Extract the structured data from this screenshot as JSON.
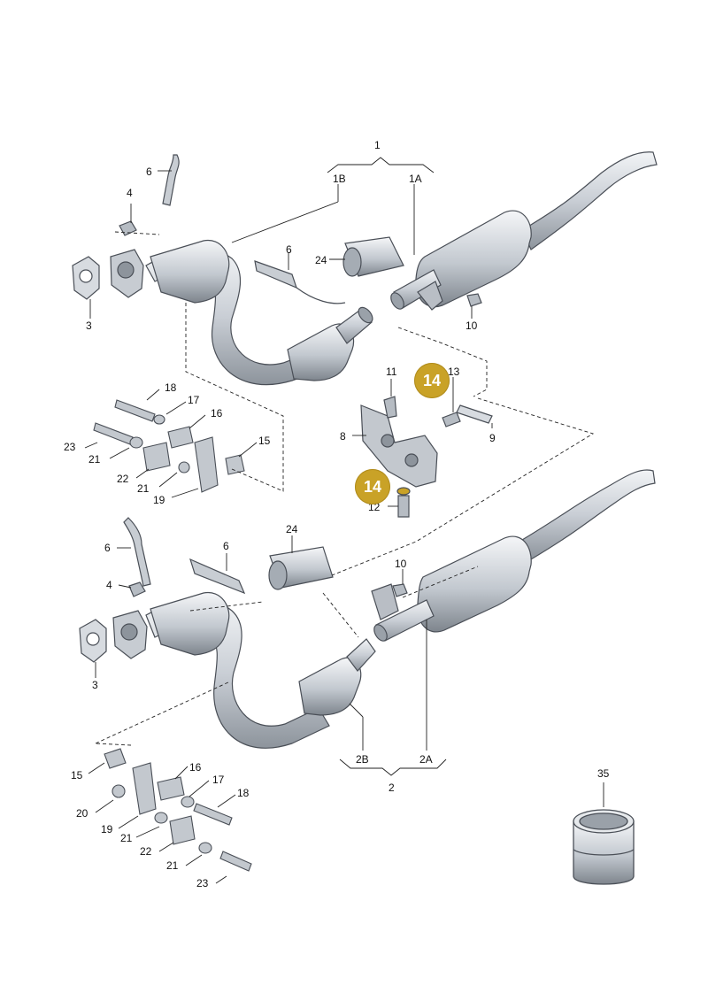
{
  "diagram": {
    "labels": {
      "l1": "1",
      "l1A": "1A",
      "l1B": "1B",
      "l2": "2",
      "l2A": "2A",
      "l2B": "2B",
      "l3_top": "3",
      "l3_bot": "3",
      "l4_top": "4",
      "l4_bot": "4",
      "l6_top_left": "6",
      "l6_top_mid": "6",
      "l6_bot_left": "6",
      "l6_bot_mid": "6",
      "l8": "8",
      "l9": "9",
      "l10_top": "10",
      "l10_bot": "10",
      "l11": "11",
      "l12": "12",
      "l13": "13",
      "l15_top": "15",
      "l15_bot": "15",
      "l16_top": "16",
      "l16_bot": "16",
      "l17_top": "17",
      "l17_bot": "17",
      "l18_top": "18",
      "l18_bot": "18",
      "l19_top": "19",
      "l19_bot": "19",
      "l20": "20",
      "l21_top_a": "21",
      "l21_top_b": "21",
      "l21_bot_a": "21",
      "l21_bot_b": "21",
      "l22_top": "22",
      "l22_bot": "22",
      "l23_top": "23",
      "l23_bot": "23",
      "l24_top": "24",
      "l24_bot": "24",
      "l35": "35"
    },
    "highlight_badges": {
      "badge_a": "14",
      "badge_b": "14"
    },
    "colors": {
      "badge": "#c9a227",
      "part_fill": "#d9dde2",
      "part_stroke": "#4a4f57",
      "leader": "#222222"
    }
  }
}
